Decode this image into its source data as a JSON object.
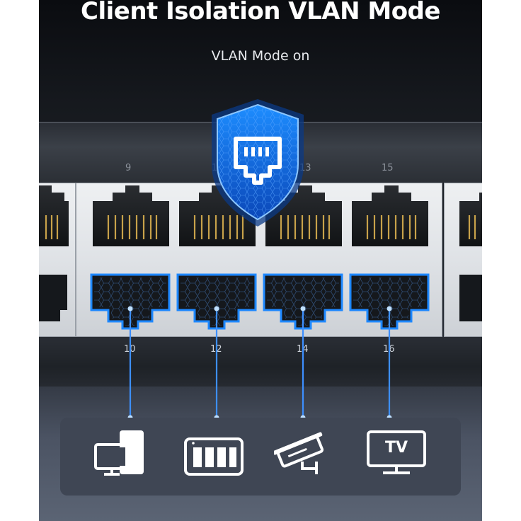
{
  "title": "Client Isolation VLAN Mode",
  "subtitle": "VLAN Mode on",
  "ports": {
    "top": [
      "9",
      "11",
      "13",
      "15"
    ],
    "bottom": [
      "10",
      "12",
      "14",
      "16"
    ]
  },
  "devices": [
    {
      "icon": "computer-icon"
    },
    {
      "icon": "nas-icon"
    },
    {
      "icon": "security-camera-icon"
    },
    {
      "icon": "tv-icon",
      "label": "TV"
    }
  ],
  "colors": {
    "accent": "#1e88ff",
    "shield": "#1669d6",
    "background": "#16191e"
  }
}
